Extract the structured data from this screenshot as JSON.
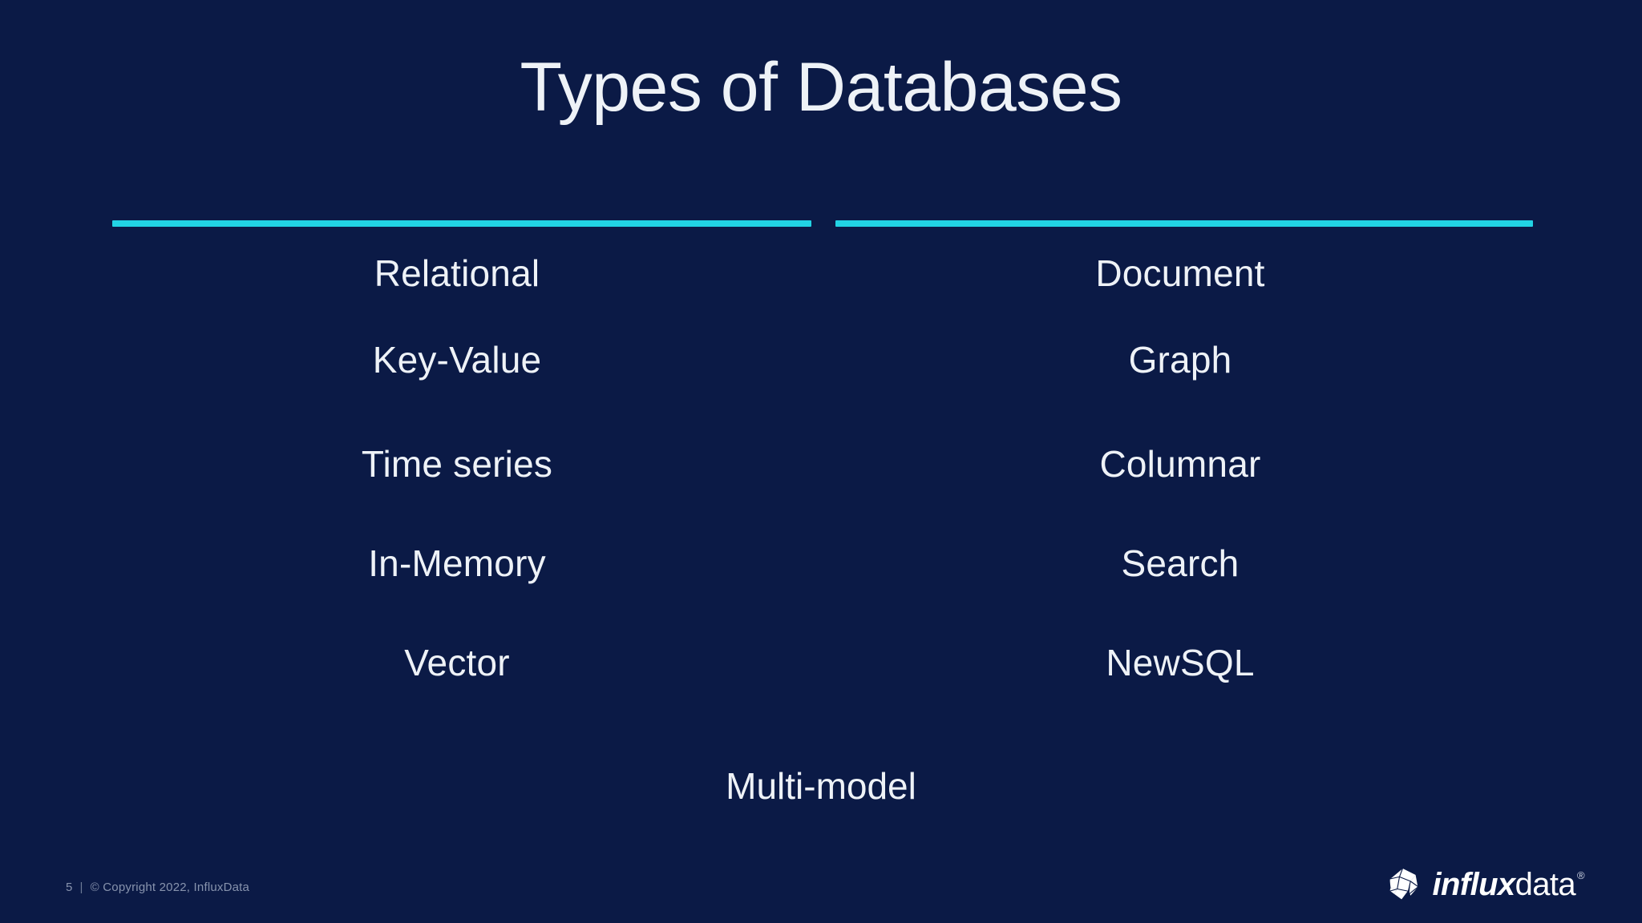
{
  "slide": {
    "title": "Types of Databases",
    "background_color": "#0b1a46",
    "accent_color": "#22d3e4",
    "text_color": "#eef2f7"
  },
  "columns": {
    "left": [
      {
        "label": "Relational"
      },
      {
        "label": "Key-Value"
      },
      {
        "label": "Time series"
      },
      {
        "label": "In-Memory"
      },
      {
        "label": "Vector"
      }
    ],
    "right": [
      {
        "label": "Document"
      },
      {
        "label": "Graph"
      },
      {
        "label": "Columnar"
      },
      {
        "label": "Search"
      },
      {
        "label": "NewSQL"
      }
    ]
  },
  "center_item": {
    "label": "Multi-model"
  },
  "footer": {
    "slide_number": "5",
    "separator": "|",
    "copyright": "© Copyright 2022,  InfluxData",
    "logo": {
      "mark": "influx-polyhedron-icon",
      "word_bold": "influx",
      "word_light": "data",
      "registered": "®"
    }
  }
}
